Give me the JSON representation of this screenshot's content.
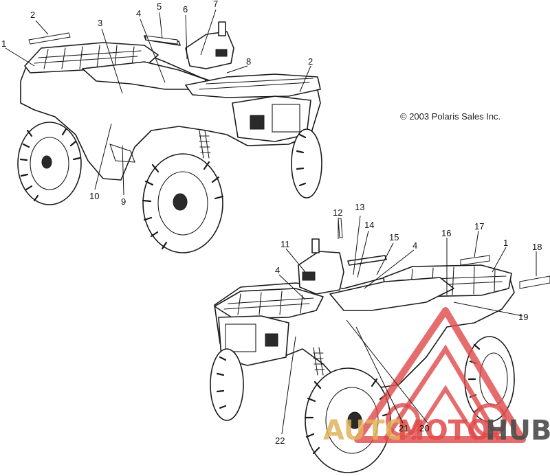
{
  "copyright": "© 2003 Polaris Sales Inc.",
  "watermark": {
    "part1": "AUTO",
    "part2": "MOTO",
    "part3": "HUB",
    "accent": "#e04848",
    "gold": "#e0b15a"
  },
  "callouts_top": [
    "1",
    "2",
    "3",
    "4",
    "5",
    "6",
    "7",
    "8",
    "2",
    "10",
    "9"
  ],
  "callouts_bottom": [
    "12",
    "13",
    "14",
    "15",
    "11",
    "4",
    "4",
    "16",
    "17",
    "1",
    "18",
    "19",
    "22",
    "21",
    "20"
  ]
}
